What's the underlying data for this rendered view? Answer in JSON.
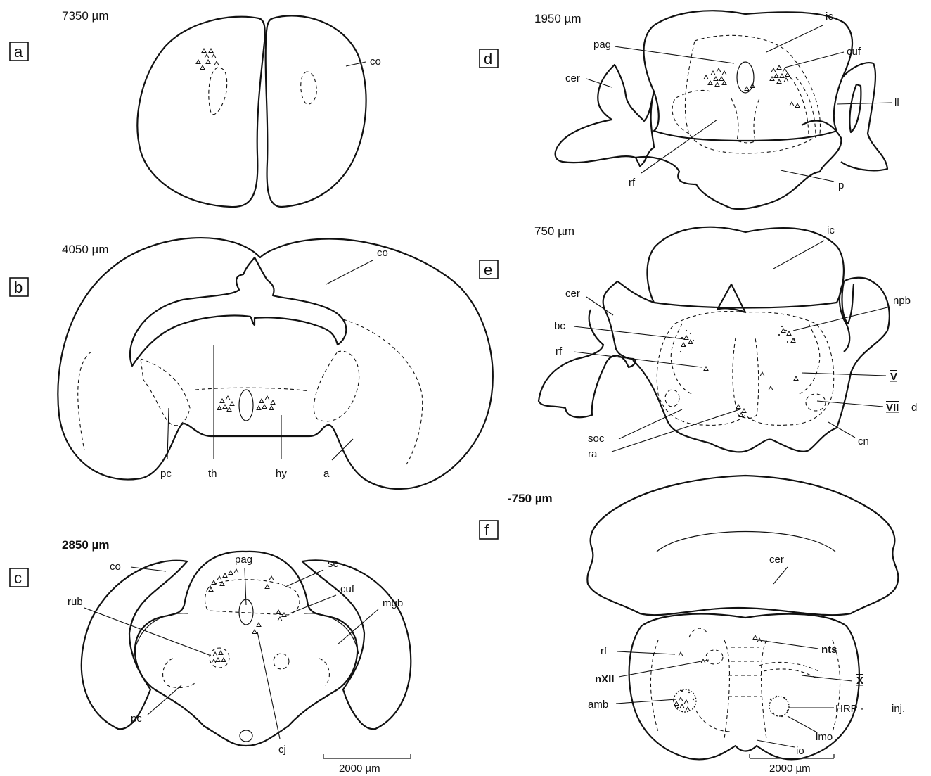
{
  "panels": {
    "a": {
      "letter": "a",
      "depth": "7350 µm",
      "labels": {
        "co": "co"
      }
    },
    "b": {
      "letter": "b",
      "depth": "4050 µm",
      "labels": {
        "co": "co",
        "pc": "pc",
        "th": "th",
        "hy": "hy",
        "a": "a"
      }
    },
    "c": {
      "letter": "c",
      "depth": "2850 µm",
      "labels": {
        "co": "co",
        "pag": "pag",
        "sc": "sc",
        "cuf": "cuf",
        "rub": "rub",
        "mgb": "mgb",
        "pc": "pc",
        "cj": "cj"
      },
      "scale": "2000 µm"
    },
    "d": {
      "letter": "d",
      "depth": "1950 µm",
      "labels": {
        "ic": "ic",
        "pag": "pag",
        "cuf": "cuf",
        "cer": "cer",
        "ll": "ll",
        "rf": "rf",
        "p": "p"
      }
    },
    "e": {
      "letter": "e",
      "depth": "750 µm",
      "labels": {
        "ic": "ic",
        "cer": "cer",
        "npb": "npb",
        "bc": "bc",
        "rf": "rf",
        "v": "V",
        "vii": "VII",
        "d": "d",
        "soc": "soc",
        "ra": "ra",
        "cn": "cn"
      }
    },
    "f": {
      "letter": "f",
      "depth": "-750 µm",
      "labels": {
        "cer": "cer",
        "rf": "rf",
        "nts": "nts",
        "nxii": "nXII",
        "x": "X",
        "amb": "amb",
        "hrp": "HRP -",
        "inj": "inj.",
        "lmo": "lmo",
        "io": "io"
      },
      "scale": "2000 µm"
    }
  },
  "marker_icon": "open-triangle-icon"
}
